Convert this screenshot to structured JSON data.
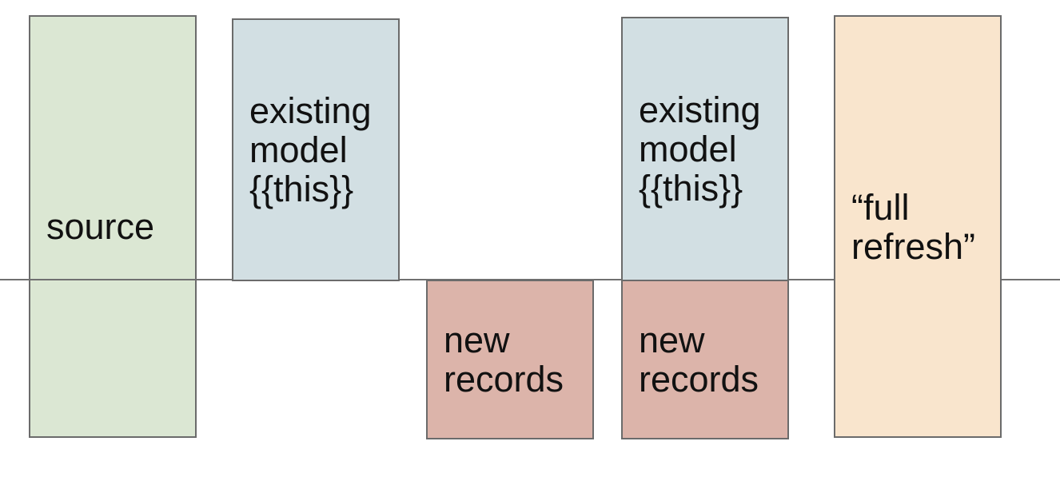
{
  "canvas": {
    "background": "#ffffff"
  },
  "style": {
    "box_border_color": "#6b6b6b",
    "divider_color": "#707070",
    "text_color": "#111111"
  },
  "diagram": {
    "divider": {
      "name": "baseline-divider"
    },
    "boxes": [
      {
        "name": "source",
        "label": "source",
        "fill": "#dbe7d3"
      },
      {
        "name": "existing-model-1",
        "label": "existing model {{this}}",
        "fill": "#d2dfe3"
      },
      {
        "name": "new-records-1",
        "label": "new records",
        "fill": "#dcb4aa"
      },
      {
        "name": "existing-model-2",
        "label": "existing model {{this}}",
        "fill": "#d2dfe3"
      },
      {
        "name": "new-records-2",
        "label": "new records",
        "fill": "#dcb4aa"
      },
      {
        "name": "full-refresh",
        "label": "“full refresh”",
        "fill": "#f9e5cd"
      }
    ]
  }
}
